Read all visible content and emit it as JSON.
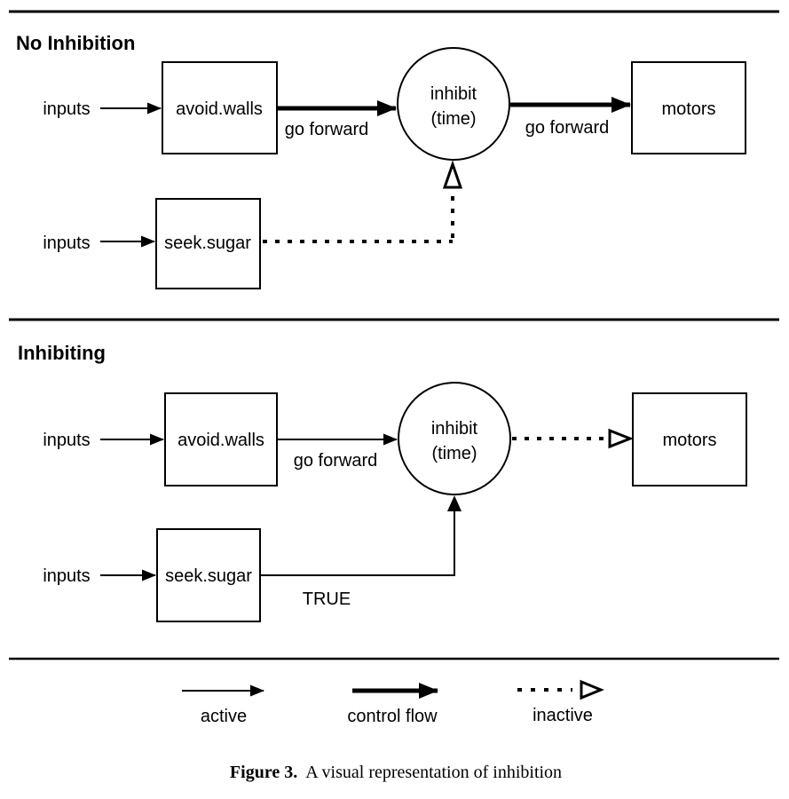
{
  "colors": {
    "ink": "#000000",
    "paper": "#ffffff"
  },
  "panel_no_inhibition": {
    "title": "No Inhibition",
    "avoid_walls_input_label": "inputs",
    "seek_sugar_input_label": "inputs",
    "avoid_walls_box": "avoid.walls",
    "seek_sugar_box": "seek.sugar",
    "inhibit_node_line1": "inhibit",
    "inhibit_node_line2": "(time)",
    "motors_box": "motors",
    "avoid_to_inhibit_label": "go forward",
    "inhibit_to_motors_label": "go forward"
  },
  "panel_inhibiting": {
    "title": "Inhibiting",
    "avoid_walls_input_label": "inputs",
    "seek_sugar_input_label": "inputs",
    "avoid_walls_box": "avoid.walls",
    "seek_sugar_box": "seek.sugar",
    "inhibit_node_line1": "inhibit",
    "inhibit_node_line2": "(time)",
    "motors_box": "motors",
    "avoid_to_inhibit_label": "go forward",
    "seek_to_inhibit_label": "TRUE"
  },
  "legend": {
    "active_label": "active",
    "control_flow_label": "control flow",
    "inactive_label": "inactive"
  },
  "caption": {
    "label": "Figure 3.",
    "text": "A visual representation of inhibition"
  }
}
